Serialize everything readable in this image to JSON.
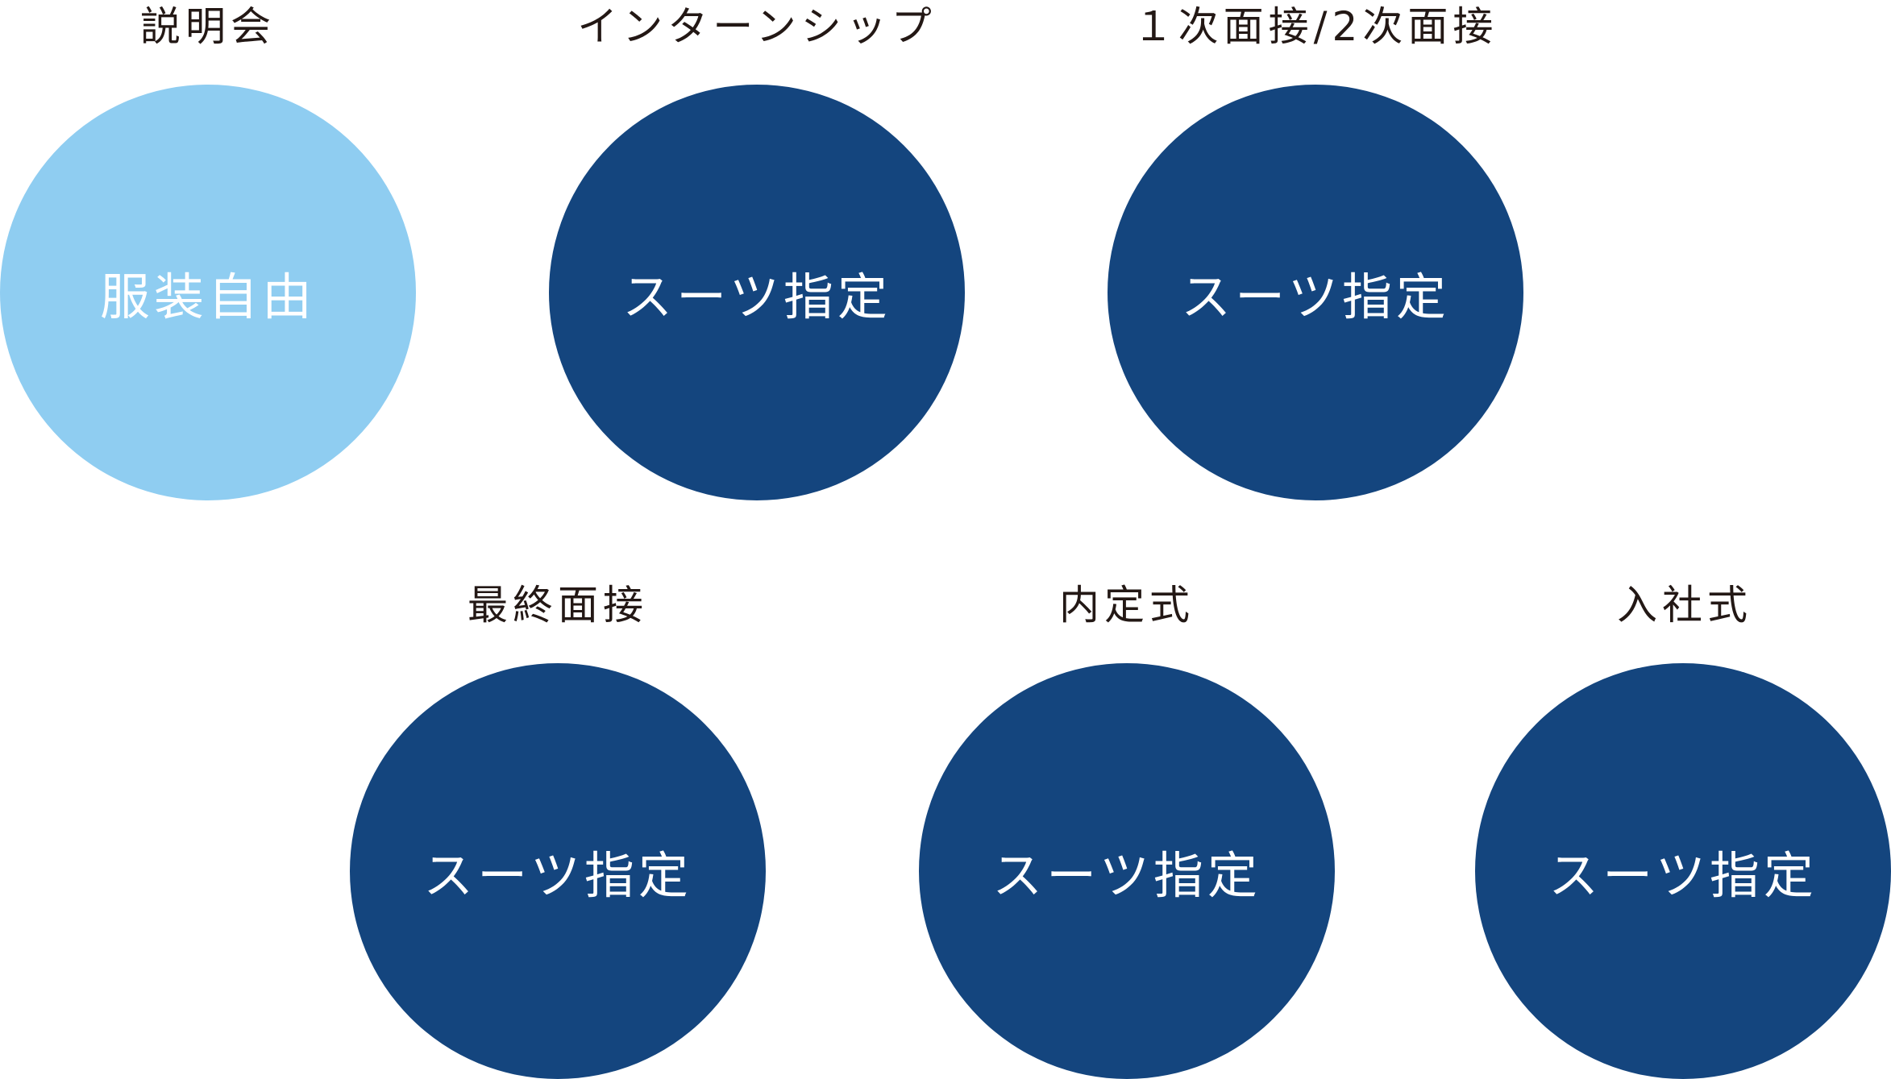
{
  "stages": [
    {
      "title": "説明会",
      "dress_code": "服装自由",
      "color": "#8fcdf1"
    },
    {
      "title": "インターンシップ",
      "dress_code": "スーツ指定",
      "color": "#14457e"
    },
    {
      "title": "１次面接/2次面接",
      "dress_code": "スーツ指定",
      "color": "#14457e"
    },
    {
      "title": "最終面接",
      "dress_code": "スーツ指定",
      "color": "#14457e"
    },
    {
      "title": "内定式",
      "dress_code": "スーツ指定",
      "color": "#14457e"
    },
    {
      "title": "入社式",
      "dress_code": "スーツ指定",
      "color": "#14457e"
    }
  ]
}
